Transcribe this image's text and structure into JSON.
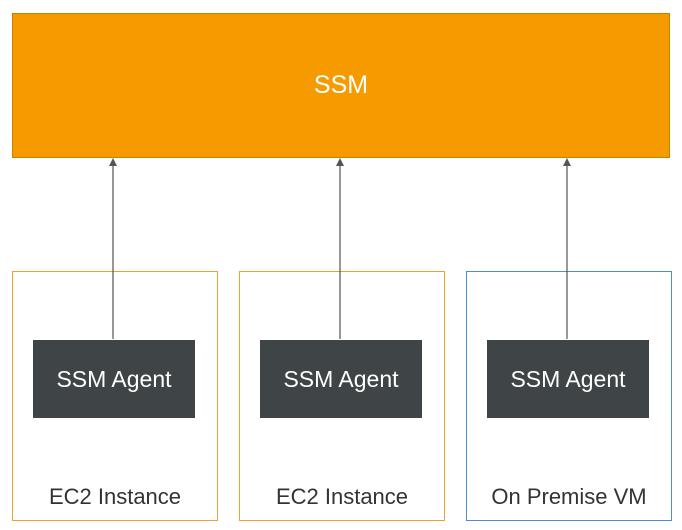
{
  "ssm": {
    "label": "SSM"
  },
  "hosts": [
    {
      "label": "EC2 Instance",
      "agent": "SSM Agent"
    },
    {
      "label": "EC2 Instance",
      "agent": "SSM Agent"
    },
    {
      "label": "On Premise VM",
      "agent": "SSM Agent"
    }
  ],
  "colors": {
    "ssm_fill": "#f59b00",
    "ec2_border": "#f0a030",
    "vm_border": "#4a90d9",
    "agent_fill": "#3f4547",
    "arrow": "#555555"
  }
}
